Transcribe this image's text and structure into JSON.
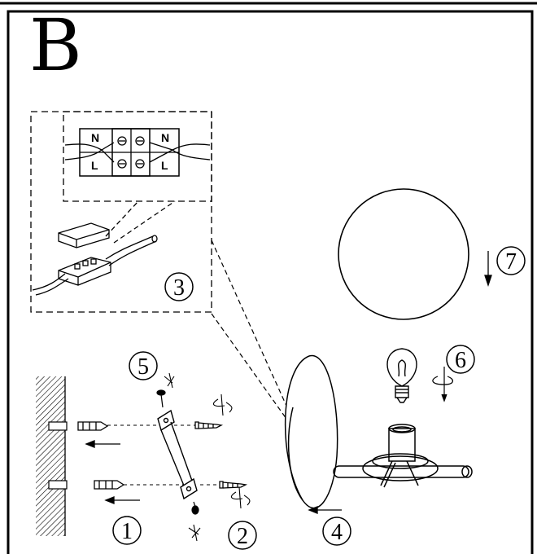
{
  "panel": {
    "letter": "B"
  },
  "wiring": {
    "terminal_left_top": "N",
    "terminal_left_bottom": "L",
    "terminal_right_top": "N",
    "terminal_right_bottom": "L"
  },
  "steps": [
    {
      "number": "1",
      "name": "drill-and-insert-wall-plugs"
    },
    {
      "number": "2",
      "name": "screw-bracket-to-wall"
    },
    {
      "number": "3",
      "name": "connect-wiring"
    },
    {
      "number": "4",
      "name": "mount-shade-and-holder"
    },
    {
      "number": "5",
      "name": "fasten-bracket-screws"
    },
    {
      "number": "6",
      "name": "install-bulb"
    },
    {
      "number": "7",
      "name": "attach-globe"
    }
  ],
  "colors": {
    "line": "#000000",
    "background": "#ffffff"
  }
}
